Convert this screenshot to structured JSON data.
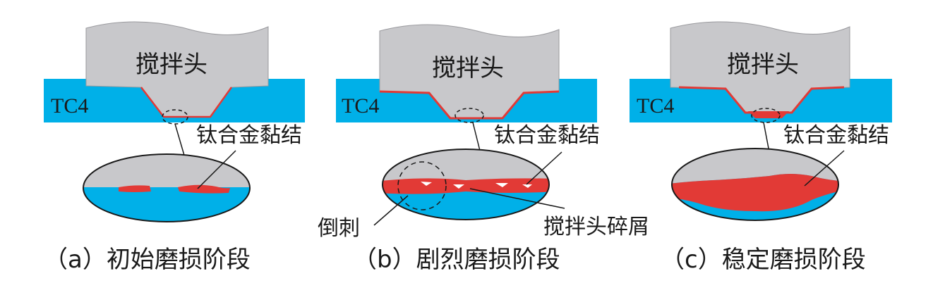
{
  "panels": [
    {
      "id": "a",
      "tool_label": "搅拌头",
      "material_label": "TC4",
      "adhesion_label": "钛合金黏结",
      "caption": "（a）初始磨损阶段"
    },
    {
      "id": "b",
      "tool_label": "搅拌头",
      "material_label": "TC4",
      "adhesion_label": "钛合金黏结",
      "burr_label": "倒刺",
      "debris_label": "搅拌头碎屑",
      "caption": "（b）剧烈磨损阶段"
    },
    {
      "id": "c",
      "tool_label": "搅拌头",
      "material_label": "TC4",
      "adhesion_label": "钛合金黏结",
      "caption": "（c）稳定磨损阶段"
    }
  ],
  "colors": {
    "tool": "#c8c8cb",
    "tool_outline": "#9a9a9e",
    "titanium": "#00b0e8",
    "adhesion": "#e23a36",
    "ellipse_outline": "#1a1a1a",
    "text": "#1a1a1a"
  }
}
